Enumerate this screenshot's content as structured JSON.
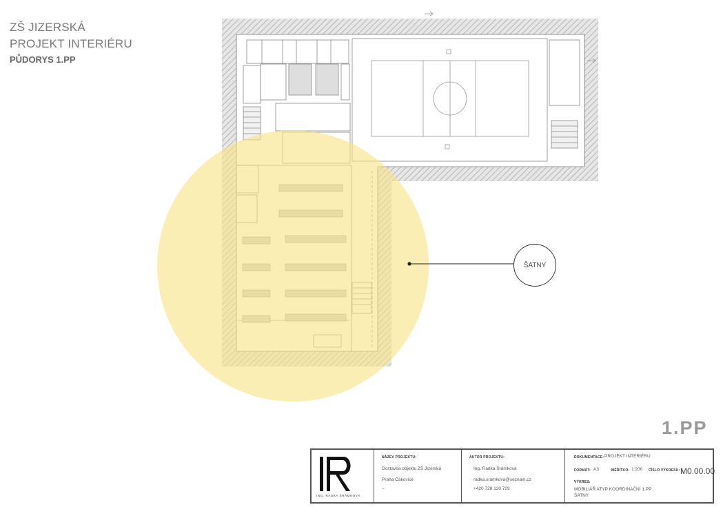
{
  "header": {
    "line1": "ZŠ JIZERSKÁ",
    "line2": "PROJEKT INTERIÉRU",
    "line3": "PŮDORYS 1.PP"
  },
  "callout": {
    "label": "ŠATNY"
  },
  "level_tag": "1.PP",
  "colors": {
    "highlight": "#f8e386",
    "wall_hatch": "#bdbdbd",
    "callout_line": "#222222"
  },
  "title_block": {
    "logo_name": "ING. RADKA ŠRÁMKOVÁ",
    "project_label": "NÁZEV PROJEKTU:",
    "project_line1": "Dostavba objektu ZŠ Jizerská",
    "project_line2": "Praha Čakovice",
    "project_line3": "..",
    "author_label": "AUTOR PROJEKTU:",
    "author_name": "Ing. Radka Šrámková",
    "author_email": "radka.sramkova@seznam.cz",
    "author_phone": "+420 728 120 729",
    "doc_label": "DOKUMENTACE:",
    "doc_value": "PROJEKT INTERIÉRU",
    "format_label": "FORMÁT:",
    "format_value": "A3",
    "scale_label": "MĚŘÍTKO:",
    "scale_value": "1:200",
    "drawing_no_label": "ČÍSLO VÝKRESU:",
    "drawing_no_value": "M0.00.00",
    "drawing_label": "VÝKRES:",
    "drawing_line1": "MOBILIÁŘ ATYP KOORDINAČNÍ 1.PP",
    "drawing_line2": "ŠATNY"
  }
}
